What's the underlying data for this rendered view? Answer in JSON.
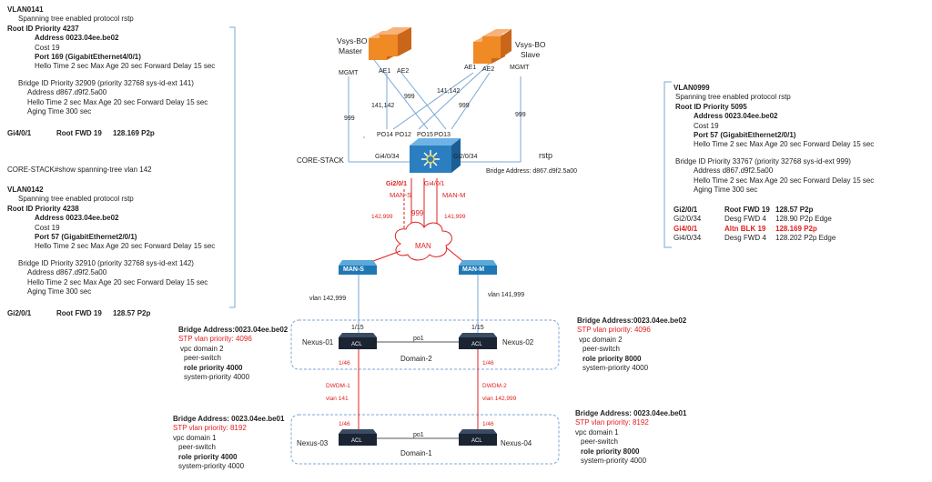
{
  "left_top": {
    "title": "VLAN0141",
    "protocol": "Spanning tree enabled protocol rstp",
    "root_id": "Root ID   Priority   4237",
    "root_address": "Address   0023.04ee.be02",
    "root_cost": "Cost      19",
    "root_port": "Port      169 (GigabitEthernet4/0/1)",
    "root_timers": "Hello Time  2 sec  Max Age 20 sec  Forward Delay 15 sec",
    "bridge_id": "Bridge ID  Priority   32909  (priority 32768 sys-id-ext 141)",
    "bridge_address": "Address    d867.d9f2.5a00",
    "bridge_timers": "Hello Time   2 sec  Max Age 20 sec  Forward Delay 15 sec",
    "aging": "Aging Time  300 sec",
    "iface": "Gi4/0/1",
    "iface_role": "Root FWD 19",
    "iface_prio": "128.169  P2p"
  },
  "command": "CORE-STACK#show spanning-tree vlan 142",
  "left_bottom": {
    "title": "VLAN0142",
    "protocol": "Spanning tree enabled protocol rstp",
    "root_id": "Root ID   Priority   4238",
    "root_address": "Address   0023.04ee.be02",
    "root_cost": "Cost      19",
    "root_port": "Port      57 (GigabitEthernet2/0/1)",
    "root_timers": "Hello Time  2 sec  Max Age 20 sec  Forward Delay 15 sec",
    "bridge_id": "Bridge ID  Priority   32910  (priority 32768 sys-id-ext 142)",
    "bridge_address": "Address    d867.d9f2.5a00",
    "bridge_timers": "Hello Time   2 sec  Max Age 20 sec  Forward Delay 15 sec",
    "aging": "Aging Time  300 sec",
    "iface": "Gi2/0/1",
    "iface_role": "Root FWD 19",
    "iface_prio": "128.57  P2p"
  },
  "right_top": {
    "title": "VLAN0999",
    "protocol": "Spanning tree enabled protocol rstp",
    "root_id": "Root ID   Priority   5095",
    "root_address": "Address   0023.04ee.be02",
    "root_cost": "Cost      19",
    "root_port": "Port      57 (GigabitEthernet2/0/1)",
    "root_timers": "Hello Time  2 sec  Max Age 20 sec  Forward Delay 15 sec",
    "bridge_id": "Bridge ID  Priority   33767  (priority 32768 sys-id-ext 999)",
    "bridge_address": "Address    d867.d9f2.5a00",
    "bridge_timers": "Hello Time   2 sec  Max Age 20 sec  Forward Delay 15 sec",
    "aging": "Aging Time  300 sec",
    "rows": [
      {
        "iface": "Gi2/0/1",
        "role": "Root FWD 19",
        "prio": "128.57   P2p",
        "bold": true,
        "red": false
      },
      {
        "iface": "Gi2/0/34",
        "role": "Desg FWD 4",
        "prio": "128.90   P2p Edge",
        "bold": false,
        "red": false
      },
      {
        "iface": "Gi4/0/1",
        "role": "Altn BLK 19",
        "prio": "128.169  P2p",
        "bold": true,
        "red": true
      },
      {
        "iface": "Gi4/0/34",
        "role": "Desg FWD 4",
        "prio": "128.202  P2p Edge",
        "bold": false,
        "red": false
      }
    ]
  },
  "topology": {
    "vsys_master": "Vsys-BO\nMaster",
    "vsys_master_l1": "Vsys-BO",
    "vsys_master_l2": "Master",
    "vsys_slave_l1": "Vsys-BO",
    "vsys_slave_l2": "Slave",
    "mgmt": "MGMT",
    "ae1": "AE1",
    "ae2": "AE2",
    "vlan_999": "999",
    "vlan_141_142": "141,142",
    "po14": "PO14",
    "po12": "PO12",
    "po15": "PO15",
    "po13": "PO13",
    "core_stack": "CORE-STACK",
    "gi4_0_34": "Gi4/0/34",
    "gi2_0_34": "Gi2/0/34",
    "rstp": "rstp",
    "core_bridge": "Bridge Address: d867.d9f2.5a00",
    "gi2_0_1": "Gi2/0/1",
    "gi4_0_1": "Gi4/0/1",
    "man_s": "MAN-S",
    "man_m": "MAN-M",
    "man_s_vlans": "142,999",
    "man_m_vlans": "141,999",
    "man_999": "999",
    "man": "MAN",
    "man_s_switch": "MAN-S",
    "man_m_switch": "MAN-M",
    "vlan_142_999": "vlan 142,999",
    "vlan_141_999": "vlan 141,999",
    "nexus01": "Nexus-01",
    "nexus02": "Nexus-02",
    "nexus03": "Nexus-03",
    "nexus04": "Nexus-04",
    "port_1_15": "1/15",
    "port_1_46": "1/46",
    "po1": "po1",
    "domain2": "Domain-2",
    "domain1": "Domain-1",
    "dwdm1": "DWDM-1",
    "dwdm1_vlan": "vlan 141",
    "dwdm2": "DWDM-2",
    "dwdm2_vlan": "vlan 142,999",
    "acl": "ACL"
  },
  "nexus_info": {
    "n01": {
      "bridge": "Bridge Address:0023.04ee.be02",
      "stp": "STP vlan priority: 4096",
      "vpc": "vpc domain 2",
      "peer": "peer-switch",
      "role": "role priority 4000",
      "sys": "system-priority 4000"
    },
    "n02": {
      "bridge": "Bridge Address:0023.04ee.be02",
      "stp": "STP vlan priority: 4096",
      "vpc": "vpc domain 2",
      "peer": "peer-switch",
      "role": "role priority 8000",
      "sys": "system-priority 4000"
    },
    "n03": {
      "bridge": "Bridge Address: 0023.04ee.be01",
      "stp": "STP vlan priority: 8192",
      "vpc": "vpc domain 1",
      "peer": "peer-switch",
      "role": "role priority 4000",
      "sys": "system-priority 4000"
    },
    "n04": {
      "bridge": "Bridge Address: 0023.04ee.be01",
      "stp": "STP vlan priority: 8192",
      "vpc": "vpc domain 1",
      "peer": "peer-switch",
      "role": "role priority 8000",
      "sys": "system-priority 4000"
    }
  },
  "colors": {
    "accent": "#e02020",
    "link": "#7aa7d6",
    "firewall": "#f08a24",
    "switch": "#1a2433"
  }
}
